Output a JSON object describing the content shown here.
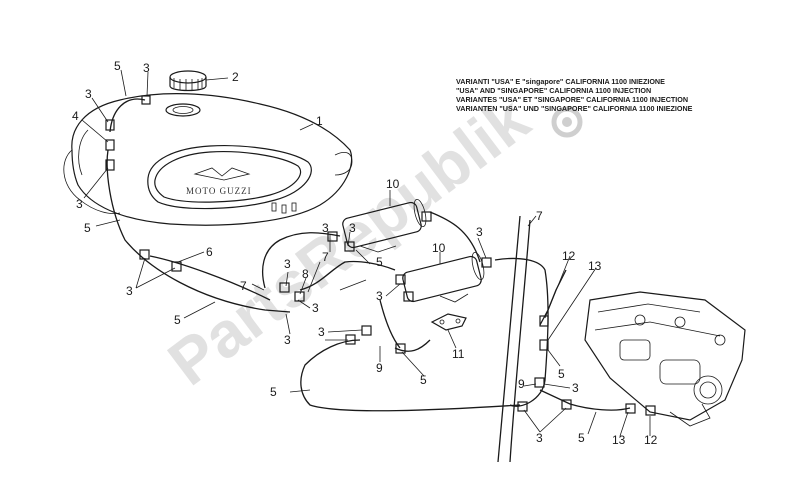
{
  "watermark": "PartsRepublik",
  "tank_logo": "MOTO GUZZI",
  "variant_notes": [
    "VARIANTI \"USA\" E \"singapore\" CALIFORNIA 1100 INIEZIONE",
    "\"USA\" AND \"SINGAPORE\" CALIFORNIA 1100 INJECTION",
    "VARIANTES \"USA\" ET \"SINGAPORE\" CALIFORNIA 1100 INJECTION",
    "VARIANTEN \"USA\" UND \"SINGAPORE\" CALIFORNIA 1100 INIEZIONE"
  ],
  "callouts": {
    "c1": "1",
    "c2": "2",
    "c3a": "3",
    "c3b": "3",
    "c3c": "3",
    "c3d": "3",
    "c3e": "3",
    "c3f": "3",
    "c3g": "3",
    "c3h": "3",
    "c3i": "3",
    "c3j": "3",
    "c3k": "3",
    "c3l": "3",
    "c4": "4",
    "c5a": "5",
    "c5b": "5",
    "c5c": "5",
    "c5d": "5",
    "c5e": "5",
    "c5f": "5",
    "c5g": "5",
    "c5h": "5",
    "c6": "6",
    "c7a": "7",
    "c7b": "7",
    "c7c": "7",
    "c8": "8",
    "c9a": "9",
    "c9b": "9",
    "c10a": "10",
    "c10b": "10",
    "c11": "11",
    "c12a": "12",
    "c12b": "12",
    "c13a": "13",
    "c13b": "13"
  }
}
